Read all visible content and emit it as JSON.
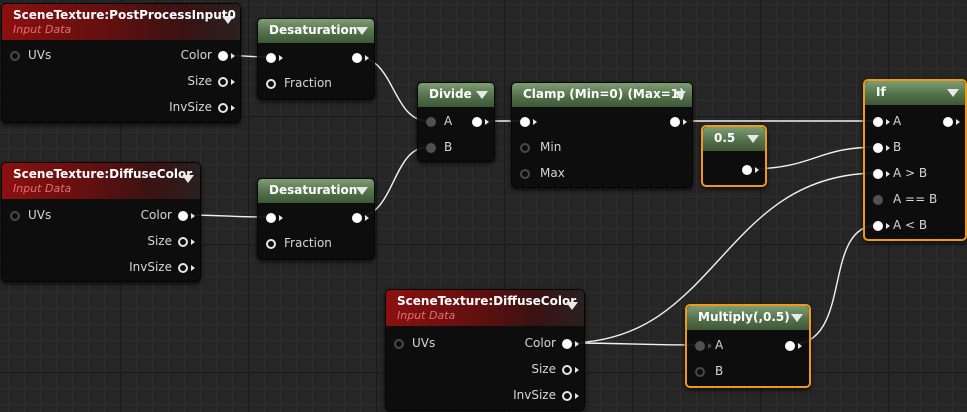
{
  "app": "Unreal Engine Material Editor graph",
  "colors": {
    "background": "#262626",
    "input_header": "#8c1010",
    "math_header": "#53714a",
    "selection": "#ee9a18",
    "wire": "#ffffff"
  },
  "nodes": {
    "scene_post": {
      "title": "SceneTexture:PostProcessInput0",
      "subtitle": "Input Data",
      "inputs": [
        "UVs"
      ],
      "outputs": [
        "Color",
        "Size",
        "InvSize"
      ]
    },
    "scene_diffuse_1": {
      "title": "SceneTexture:DiffuseColor",
      "subtitle": "Input Data",
      "inputs": [
        "UVs"
      ],
      "outputs": [
        "Color",
        "Size",
        "InvSize"
      ]
    },
    "scene_diffuse_2": {
      "title": "SceneTexture:DiffuseColor",
      "subtitle": "Input Data",
      "inputs": [
        "UVs"
      ],
      "outputs": [
        "Color",
        "Size",
        "InvSize"
      ]
    },
    "desat_1": {
      "title": "Desaturation",
      "inputs": [
        "",
        "Fraction"
      ]
    },
    "desat_2": {
      "title": "Desaturation",
      "inputs": [
        "",
        "Fraction"
      ]
    },
    "divide": {
      "title": "Divide",
      "inputs": [
        "A",
        "B"
      ]
    },
    "clamp": {
      "title": "Clamp (Min=0) (Max=1)",
      "inputs": [
        "",
        "Min",
        "Max"
      ]
    },
    "constant": {
      "title": "0.5"
    },
    "if_node": {
      "title": "If",
      "inputs": [
        "A",
        "B",
        "A > B",
        "A == B",
        "A < B"
      ]
    },
    "multiply": {
      "title": "Multiply(,0.5)",
      "inputs": [
        "A",
        "B"
      ]
    }
  }
}
